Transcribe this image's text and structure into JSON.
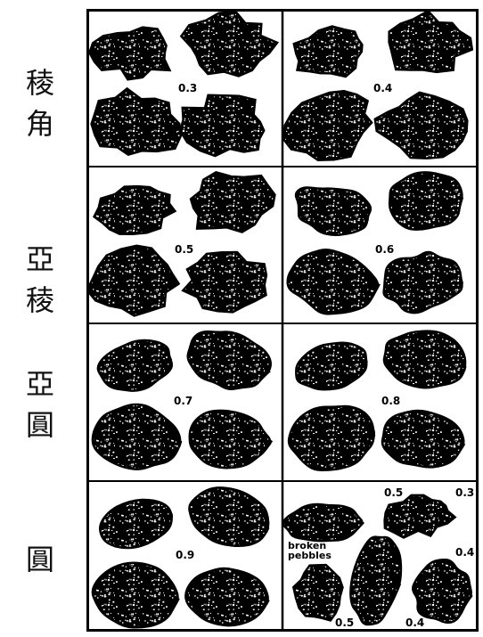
{
  "row_labels": [
    {
      "line1": "稜",
      "line2": "角"
    },
    {
      "line1": "亞",
      "line2": "稜"
    },
    {
      "line1": "亞",
      "line2": "圓"
    },
    {
      "line1": "圓",
      "line2": ""
    }
  ],
  "panels": [
    {
      "value": "0.3",
      "pebbles": 4
    },
    {
      "value": "0.4",
      "pebbles": 4
    },
    {
      "value": "0.5",
      "pebbles": 4
    },
    {
      "value": "0.6",
      "pebbles": 4
    },
    {
      "value": "0.7",
      "pebbles": 4
    },
    {
      "value": "0.8",
      "pebbles": 4
    },
    {
      "value": "0.9",
      "pebbles": 4
    },
    {
      "value": "",
      "pebbles": 5
    }
  ],
  "broken_panel": {
    "label_line1": "broken",
    "label_line2": "pebbles",
    "values": [
      "0.5",
      "0.3",
      "0.4",
      "0.5",
      "0.4"
    ]
  },
  "colors": {
    "pebble_fill": "#000000",
    "speckle": "#ffffff",
    "frame": "#000000",
    "background": "#ffffff"
  }
}
